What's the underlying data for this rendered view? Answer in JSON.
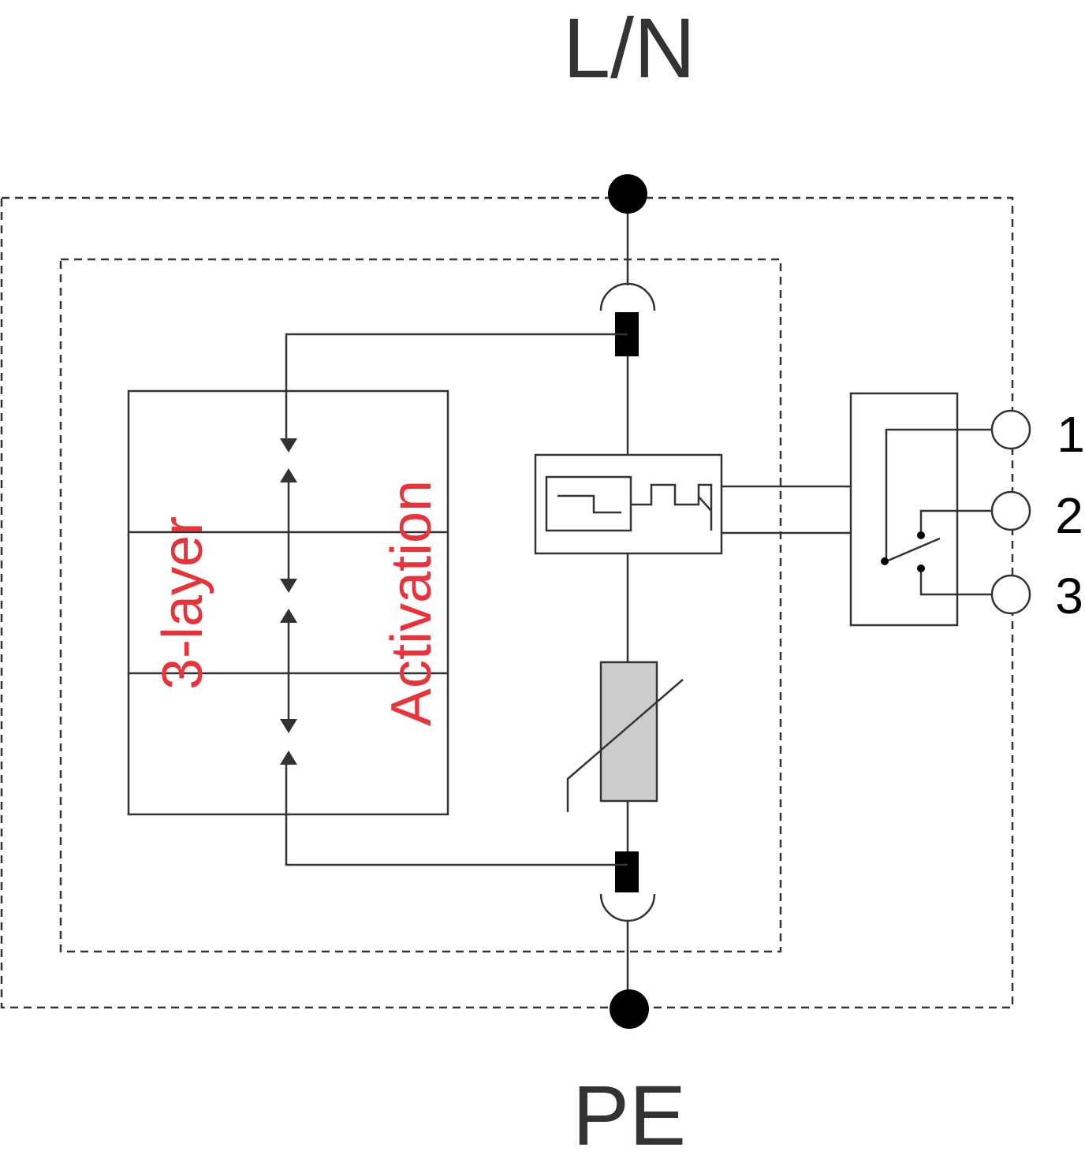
{
  "labels": {
    "top_terminal": "L/N",
    "bottom_terminal": "PE",
    "layer_text": "3-layer",
    "activation_text": "Activation",
    "contact_1": "1",
    "contact_2": "2",
    "contact_3": "3"
  },
  "colors": {
    "stroke": "#333333",
    "label_dark": "#333333",
    "accent_red": "#e8333a",
    "varistor_fill": "#cccccc",
    "terminal_fill": "#000000"
  }
}
